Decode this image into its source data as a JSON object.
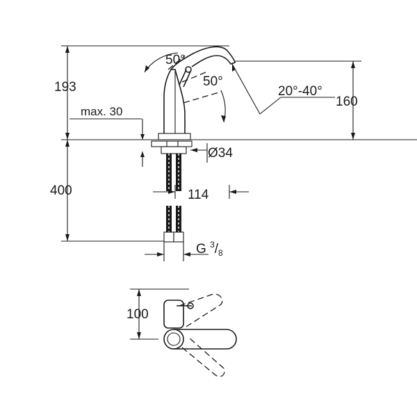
{
  "dimensions": {
    "total_height_above": "193",
    "spout_height": "160",
    "counter_thickness": "max. 30",
    "hole_diameter": "Ø34",
    "hose_length": "400",
    "spout_reach": "114",
    "thread_main": "G ",
    "thread_num": "3",
    "thread_sep": "/",
    "thread_den": "8",
    "lever_angle_a": "50°",
    "lever_angle_b": "50°",
    "spout_swivel": "20°-40°",
    "top_view_depth": "100"
  }
}
